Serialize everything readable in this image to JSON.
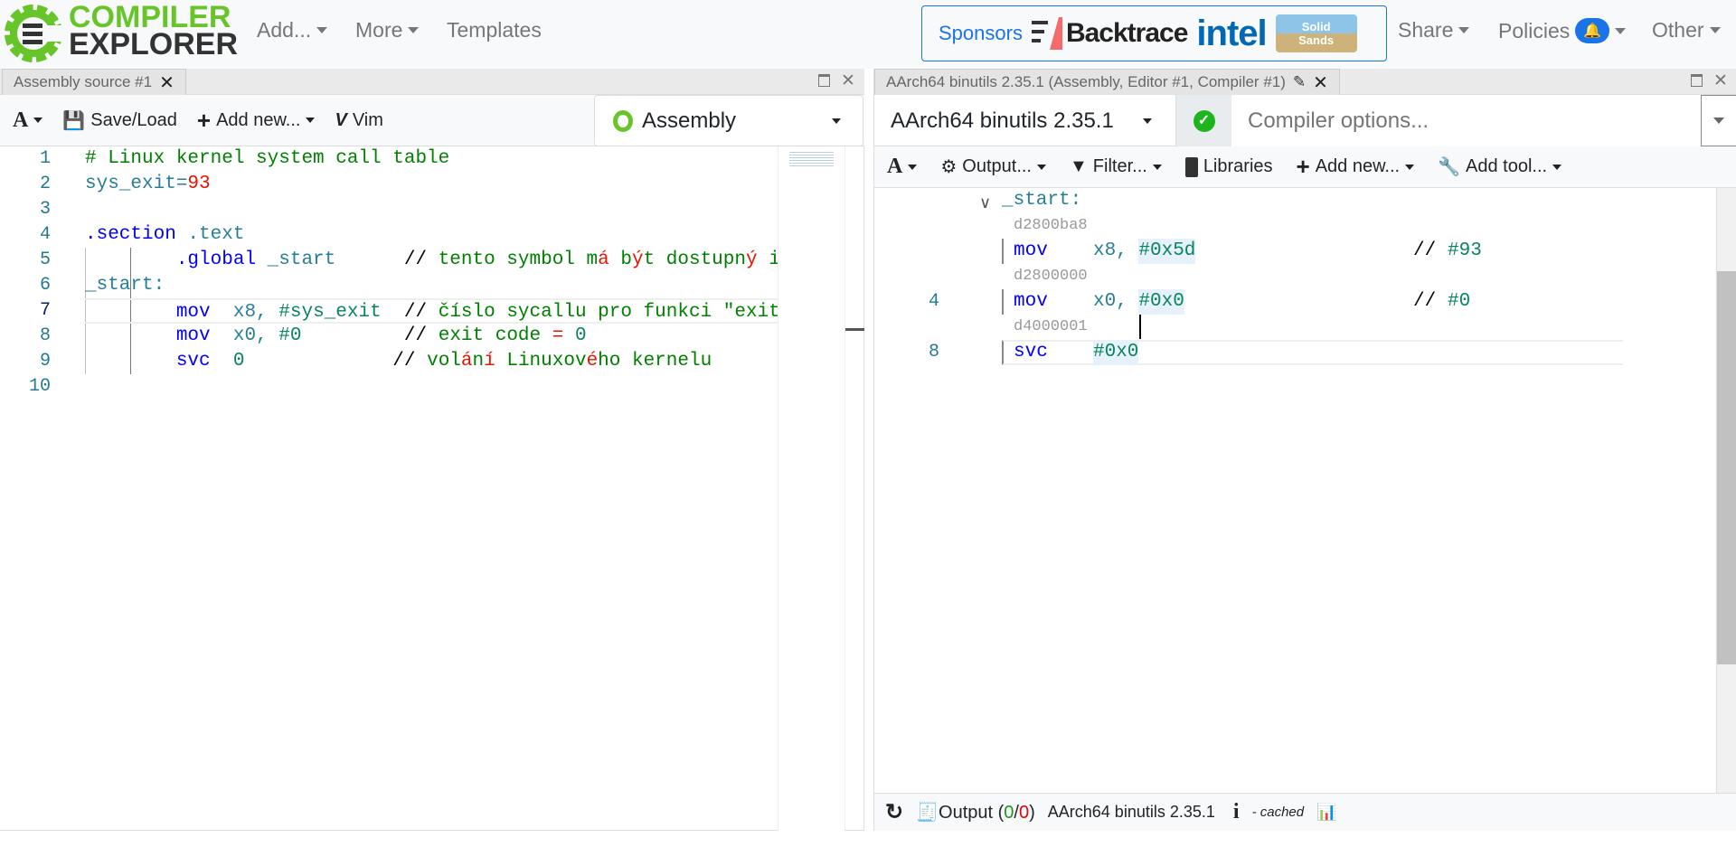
{
  "header": {
    "logo_line1": "COMPILER",
    "logo_line2": "EXPLORER",
    "nav": [
      "Add...",
      "More",
      "Templates"
    ],
    "sponsors_label": "Sponsors",
    "sponsor_logos": [
      "Backtrace",
      "intel",
      "Solid Sands"
    ],
    "right_nav": [
      "Share",
      "Policies",
      "Other"
    ]
  },
  "left": {
    "tab": "Assembly source #1",
    "toolbar": {
      "font": "A",
      "save": "Save/Load",
      "add": "Add new...",
      "vim": "Vim"
    },
    "language": "Assembly",
    "lines": [
      [
        [
          "# Linux kernel system call table",
          "c"
        ]
      ],
      [
        [
          "sys_exit=",
          "t"
        ],
        [
          "93",
          "r"
        ]
      ],
      [],
      [
        [
          ".section",
          "k"
        ],
        [
          " .text",
          "t"
        ]
      ],
      [
        [
          "        ",
          ""
        ],
        [
          ".global",
          "k"
        ],
        [
          " _start      ",
          "t"
        ],
        [
          "// ",
          "d"
        ],
        [
          "tento symbol m",
          "c"
        ],
        [
          "á",
          "r"
        ],
        [
          " b",
          "c"
        ],
        [
          "ý",
          "r"
        ],
        [
          "t dostupn",
          "c"
        ],
        [
          "ý",
          "r"
        ],
        [
          " i",
          "c"
        ]
      ],
      [
        [
          "_start:",
          "t"
        ]
      ],
      [
        [
          "        ",
          ""
        ],
        [
          "mov",
          "k"
        ],
        [
          "  x8, ",
          "t"
        ],
        [
          "#sys_exit",
          "n"
        ],
        [
          "  ",
          "t"
        ],
        [
          "// ",
          "d"
        ],
        [
          "číslo sycallu pro funkci \"exit",
          "c"
        ]
      ],
      [
        [
          "        ",
          ""
        ],
        [
          "mov",
          "k"
        ],
        [
          "  x0, ",
          "t"
        ],
        [
          "#0",
          "n"
        ],
        [
          "         ",
          "t"
        ],
        [
          "// ",
          "d"
        ],
        [
          "exit code ",
          "c"
        ],
        [
          "=",
          "r"
        ],
        [
          " 0",
          "n"
        ]
      ],
      [
        [
          "        ",
          ""
        ],
        [
          "svc",
          "k"
        ],
        [
          "  0",
          "n"
        ],
        [
          "             ",
          ""
        ],
        [
          "// ",
          "d"
        ],
        [
          "vol",
          "c"
        ],
        [
          "á",
          "r"
        ],
        [
          "n",
          "c"
        ],
        [
          "í",
          "r"
        ],
        [
          " Linuxov",
          "c"
        ],
        [
          "é",
          "r"
        ],
        [
          "ho kernelu",
          "c"
        ]
      ],
      []
    ]
  },
  "right": {
    "tab": "AArch64 binutils 2.35.1 (Assembly, Editor #1, Compiler #1)",
    "compiler": "AArch64 binutils 2.35.1",
    "options_placeholder": "Compiler options...",
    "toolbar": {
      "font": "A",
      "output": "Output...",
      "filter": "Filter...",
      "libraries": "Libraries",
      "add": "Add new...",
      "tool": "Add tool..."
    },
    "label": "_start:",
    "asm": [
      {
        "addr": "d2800ba8",
        "src": "",
        "op": "mov",
        "args": "x8, ",
        "imm": "#0x5d",
        "comment": "// ",
        "cval": "#93"
      },
      {
        "addr": "d2800000",
        "src": "4",
        "op": "mov",
        "args": "x0, ",
        "imm": "#0x0",
        "comment": "// ",
        "cval": "#0"
      },
      {
        "addr": "d4000001",
        "src": "8",
        "op": "svc",
        "args": "",
        "imm": "#0x0",
        "comment": "",
        "cval": ""
      }
    ],
    "status": {
      "output": "Output (",
      "ok": "0",
      "sep": "/",
      "err": "0",
      "close": ")",
      "compiler": "AArch64 binutils 2.35.1",
      "cached": "- cached"
    }
  },
  "colors": {
    "brand_green": "#67c52a",
    "accent": "#1a73e8"
  }
}
